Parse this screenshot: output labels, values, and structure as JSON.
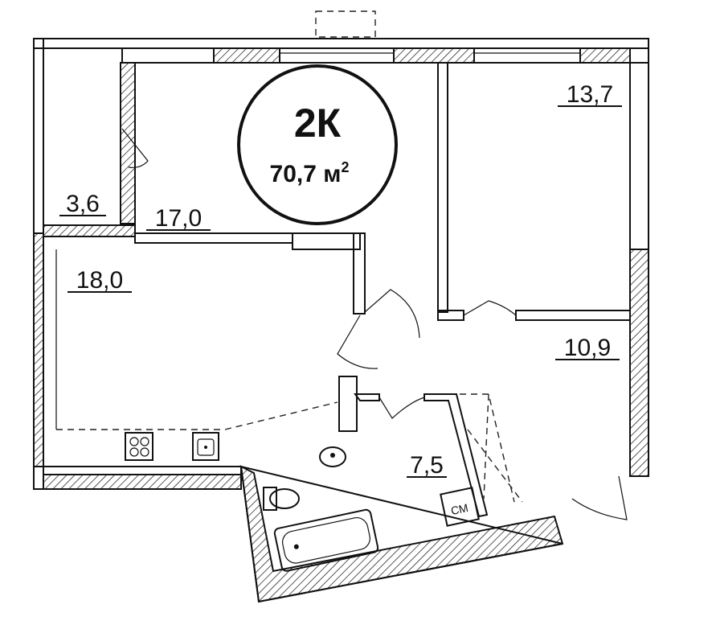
{
  "badge": {
    "type": "2К",
    "area_value": "70,7 м",
    "area_sup": "2"
  },
  "rooms": {
    "balcony": "3,6",
    "bedroom_left": "17,0",
    "bedroom_right": "13,7",
    "kitchen_living": "18,0",
    "hall": "10,9",
    "bathroom": "7,5"
  },
  "fixtures": {
    "washer_label": "СМ"
  },
  "colors": {
    "wall": "#111111",
    "background": "#ffffff"
  }
}
